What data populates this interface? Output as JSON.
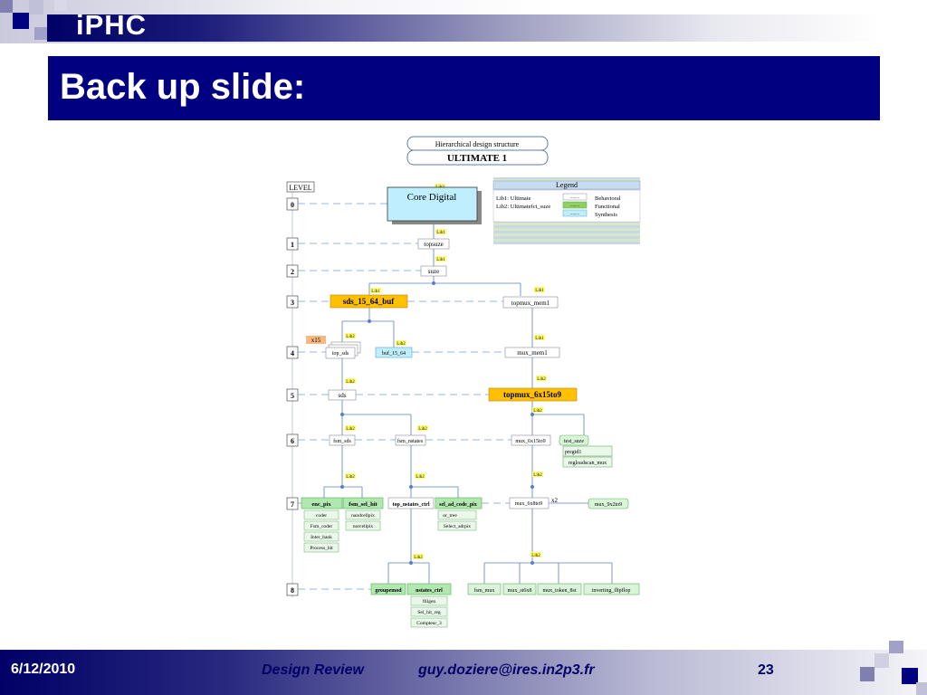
{
  "slide": {
    "logo": "iPHC",
    "title": "Back up slide:",
    "footer_date": "6/12/2010",
    "footer_event": "Design Review",
    "footer_email": "guy.doziere@ires.in2p3.fr",
    "page_number": "23"
  },
  "diagram": {
    "header_caption": "Hierarchical design structure",
    "header_title": "ULTIMATE 1",
    "level_label": "LEVEL",
    "levels": [
      "0",
      "1",
      "2",
      "3",
      "4",
      "5",
      "6",
      "7",
      "8"
    ],
    "legend": {
      "title": "Legend",
      "lib1": "Lib1: Ultimate",
      "lib2": "Lib2: Ultimatefct_suze",
      "items": [
        "Behavioral",
        "Functional",
        "Synthesis"
      ],
      "swatch_text": "........"
    },
    "tags": {
      "lib1": "Lib1",
      "lib2": "Lib2",
      "x15": "x15",
      "x2": "x2"
    },
    "nodes": {
      "core": "Core Digital",
      "topsuze": "topsuze",
      "suze": "suze",
      "sds_15_64_buf": "sds_15_64_buf",
      "topmux_mem1": "topmux_mem1",
      "top_sds": "top_sds",
      "buf_15_64": "buf_15_64",
      "mux_mem1": "mux_mem1",
      "sds": "sds",
      "topmux_6x15to9": "topmux_6x15to9",
      "fsm_sds": "fsm_sds",
      "fsm_nstates": "fsm_nstates",
      "mux_6x15to9": "mux_6x15to9",
      "test_suze": "test_suze",
      "pregtd1": "pregtd1",
      "regloadscan_mux": "regloadscan_mux",
      "enc_pix": "enc_pix",
      "coder": "coder",
      "fsm_coder": "Fsm_coder",
      "inter_bank": "Inter_bank",
      "process_bit": "Process_bit",
      "fsm_sel_hit": "fsm_sel_hit",
      "nandcellpix": "nandcellpix",
      "norcellpix": "norcellpix",
      "top_nstates_ctrl": "top_nstates_ctrl",
      "sel_ad_code_pix": "sel_ad_code_pix",
      "or_tree": "or_tree",
      "select_adrpix": "Select_adrpix",
      "mux_6x8to9": "mux_6x8to9",
      "mux_9x2to9": "mux_9x2to9",
      "groupemod": "groupemod",
      "nstates_ctrl": "nstates_ctrl",
      "flilgen": "flilgen",
      "sel_hit_reg": "Sel_hit_reg",
      "compteur_3": "Compteur_3",
      "fsm_mux": "fsm_mux",
      "mux_st6x8": "mux_st6x8",
      "mux_token_8st": "mux_token_8st",
      "inverting_flipflop": "inverting_flipflop"
    }
  }
}
